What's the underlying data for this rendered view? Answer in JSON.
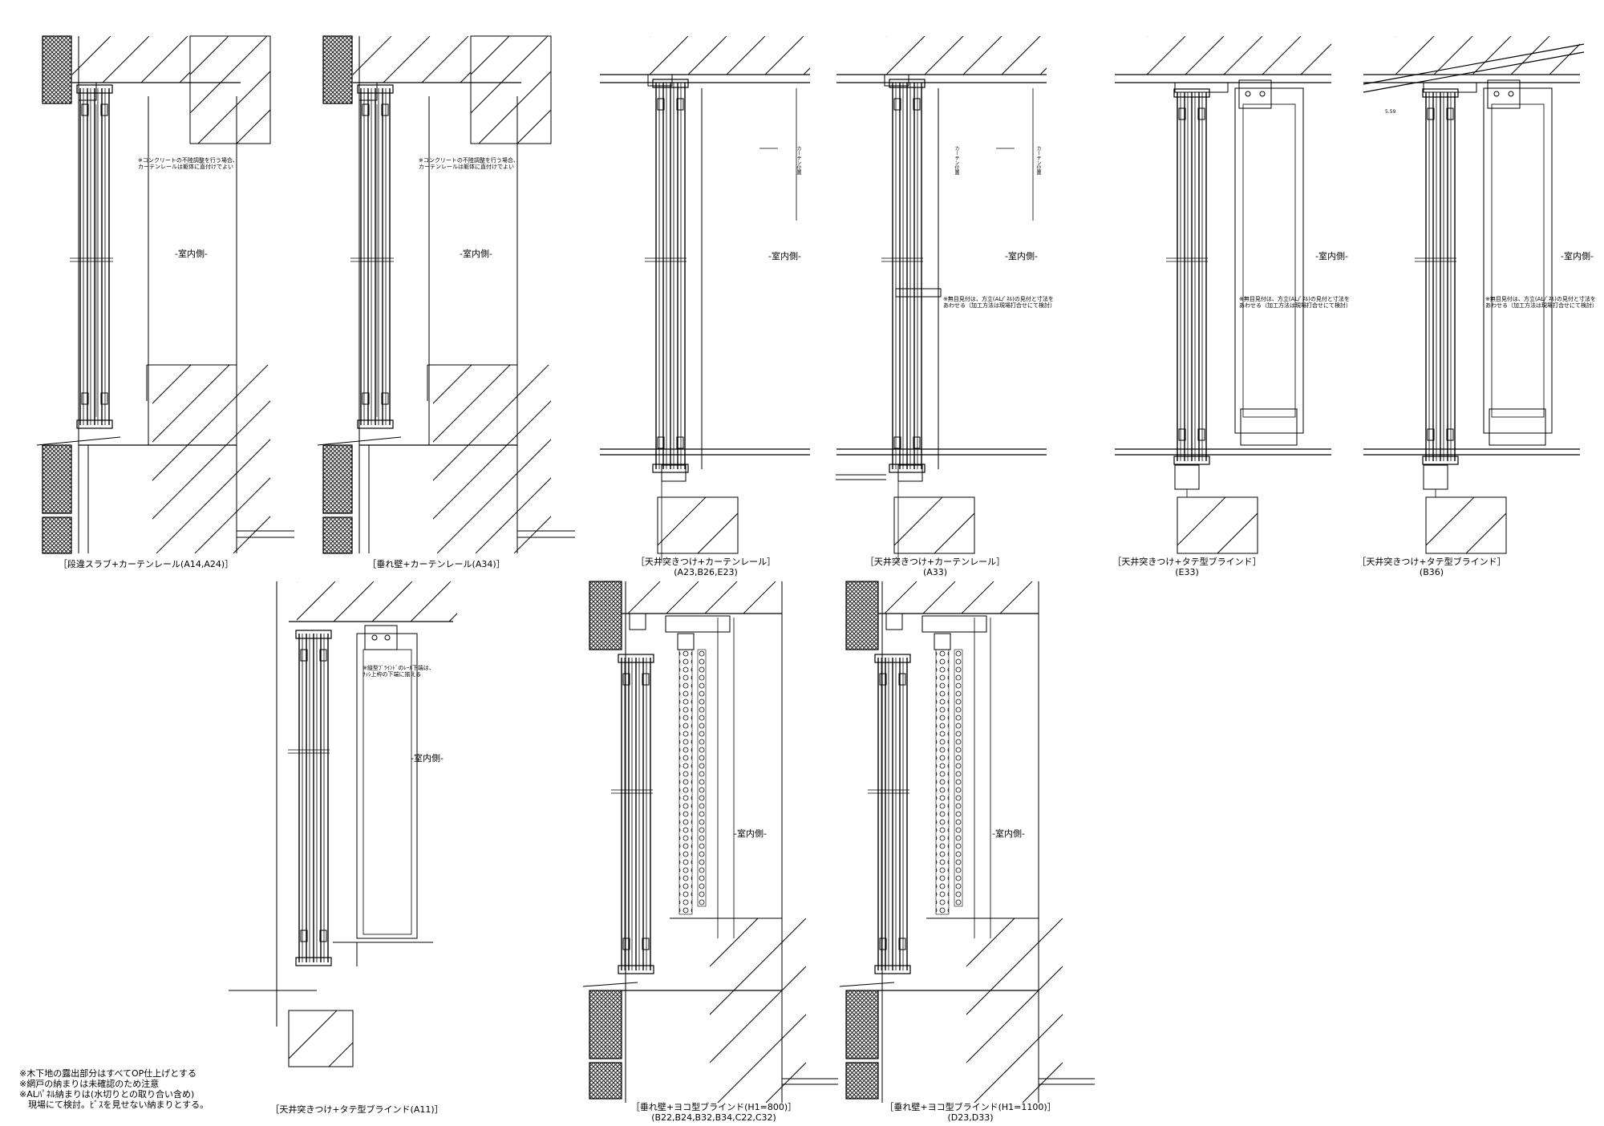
{
  "details": [
    {
      "title": "［段違スラブ+カーテンレール(A14,A24)］",
      "sub": "",
      "room": "-室内側-",
      "ann": [
        "※コンクリートの不陸調整を行う場合、",
        "カーテンレールは躯体に直付けでよい"
      ]
    },
    {
      "title": "［垂れ壁+カーテンレール(A34)］",
      "sub": "",
      "room": "-室内側-",
      "ann": [
        "※コンクリートの不陸調整を行う場合、",
        "カーテンレールは躯体に直付けでよい"
      ]
    },
    {
      "title": "［天井突きつけ+カーテンレール］",
      "sub": "(A23,B26,E23)",
      "room": "-室内側-",
      "curtain": "カーテン位置"
    },
    {
      "title": "［天井突きつけ+カーテンレール］",
      "sub": "(A33)",
      "room": "-室内側-",
      "curtain": "カーテン位置",
      "ann": [
        "※無目見付は、方立(AL/ﾞﾈﾙ)の見付と寸法を",
        "あわせる（加工方法は現場打合せにて検討）"
      ]
    },
    {
      "title": "［天井突きつけ+タテ型ブラインド］",
      "sub": "(E33)",
      "room": "-室内側-",
      "ann": [
        "※無目見付は、方立(AL/ﾞﾈﾙ)の見付と寸法を",
        "あわせる（加工方法は現場打合せにて検討）"
      ]
    },
    {
      "title": "［天井突きつけ+タテ型ブラインド］",
      "sub": "(B36)",
      "room": "-室内側-",
      "dim": "5.59",
      "ann": [
        "※無目見付は、方立(AL/ﾞﾈﾙ)の見付と寸法を",
        "あわせる（加工方法は現場打合せにて検討）"
      ]
    },
    {
      "title": "［天井突きつけ+タテ型ブラインド(A11)］",
      "sub": "",
      "room": "-室内側-",
      "ann": [
        "※縦型ﾌﾞﾗｲﾝﾄﾞのﾚｰﾙ下端は、",
        "ｻｯｼ上枠の下端に揃える"
      ]
    },
    {
      "title": "［垂れ壁+ヨコ型ブラインド(H1=800)］",
      "sub": "(B22,B24,B32,B34,C22,C32)",
      "room": "-室内側-"
    },
    {
      "title": "［垂れ壁+ヨコ型ブラインド(H1=1100)］",
      "sub": "(D23,D33)",
      "room": "-室内側-"
    }
  ],
  "notes": [
    "※木下地の露出部分はすべてOP仕上げとする",
    "※網戸の納まりは未確認のため注意",
    "※ALﾊﾟﾈﾙ納まりは(水切りとの取り合い含め)",
    "　現場にて検討。ﾋﾞｽを見せない納まりとする。"
  ]
}
